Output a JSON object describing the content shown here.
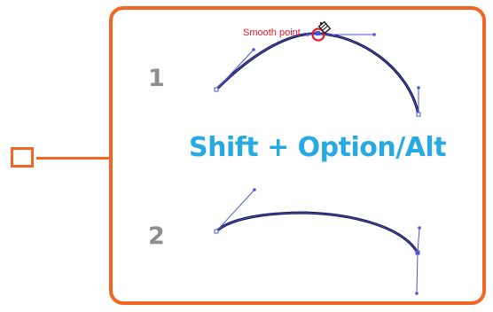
{
  "callout": {
    "text": "Smooth point"
  },
  "steps": [
    {
      "number": "1"
    },
    {
      "number": "2"
    }
  ],
  "shortcut": {
    "text": "Shift + Option/Alt"
  },
  "colors": {
    "frame": "#f26522",
    "shortcut": "#27a9e1",
    "callout": "#e8182c",
    "handle": "#4b55d8",
    "curve": "#111133",
    "step_number": "#8e8e8e"
  }
}
